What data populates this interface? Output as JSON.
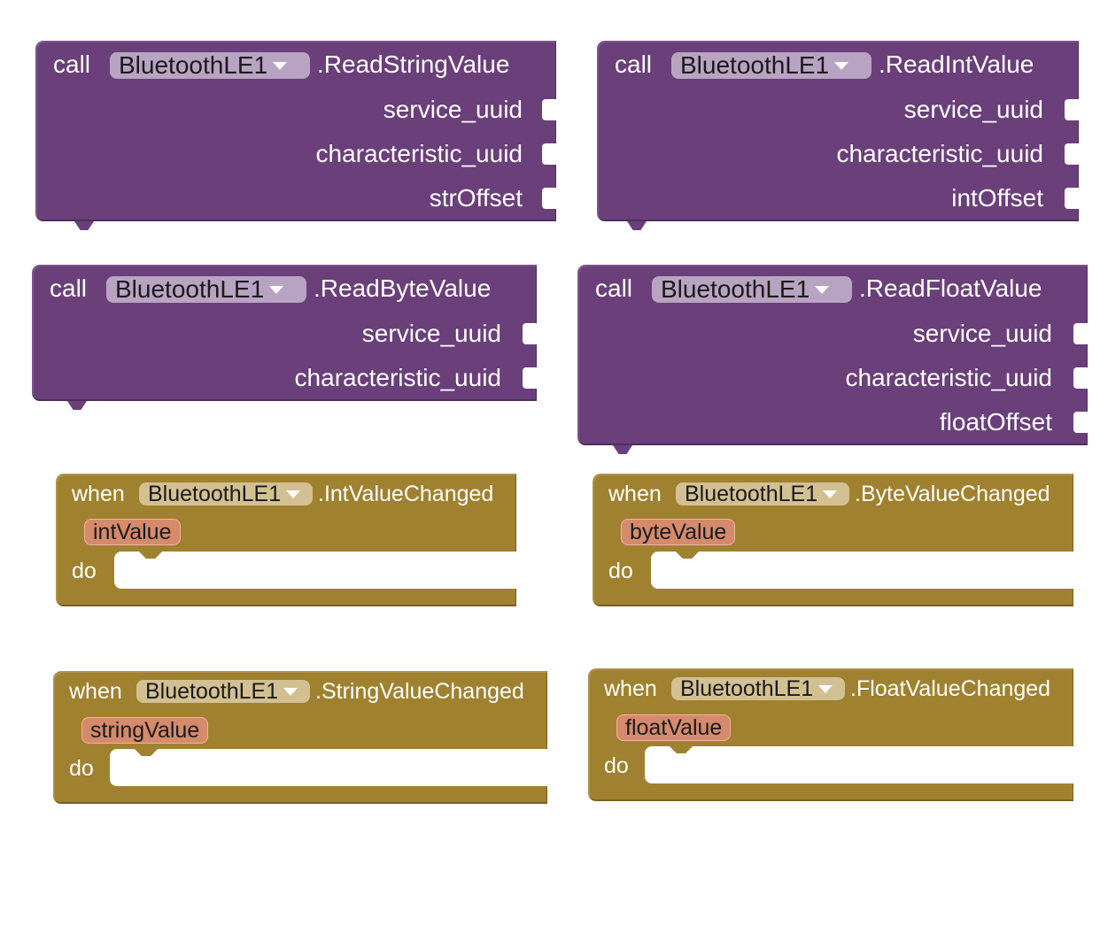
{
  "component": "BluetoothLE1",
  "keywords": {
    "call": "call",
    "when": "when",
    "do": "do"
  },
  "colors": {
    "procedure_block": "#6a3f7a",
    "event_block": "#a0812f",
    "variable_chip": "#d58a6c"
  },
  "icons": {
    "dropdown": "dropdown-arrow-icon"
  },
  "procedures": [
    {
      "method": ".ReadStringValue",
      "params": [
        "service_uuid",
        "characteristic_uuid",
        "strOffset"
      ]
    },
    {
      "method": ".ReadIntValue",
      "params": [
        "service_uuid",
        "characteristic_uuid",
        "intOffset"
      ]
    },
    {
      "method": ".ReadByteValue",
      "params": [
        "service_uuid",
        "characteristic_uuid"
      ]
    },
    {
      "method": ".ReadFloatValue",
      "params": [
        "service_uuid",
        "characteristic_uuid",
        "floatOffset"
      ]
    }
  ],
  "events": [
    {
      "method": ".IntValueChanged",
      "param": "intValue"
    },
    {
      "method": ".ByteValueChanged",
      "param": "byteValue"
    },
    {
      "method": ".StringValueChanged",
      "param": "stringValue"
    },
    {
      "method": ".FloatValueChanged",
      "param": "floatValue"
    }
  ]
}
